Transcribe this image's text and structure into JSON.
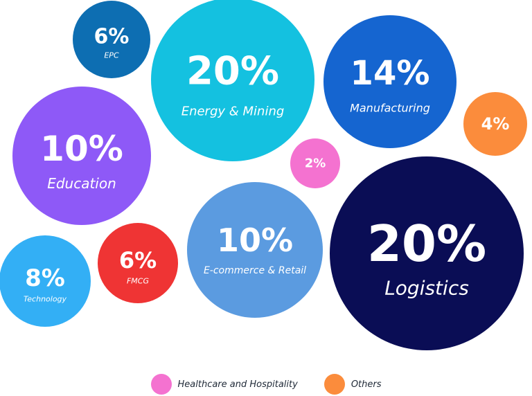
{
  "chart_data": {
    "type": "bubble",
    "series": [
      {
        "value_label": "6%",
        "value": 6,
        "label": "EPC",
        "color": "#0D6EB2"
      },
      {
        "value_label": "20%",
        "value": 20,
        "label": "Energy & Mining",
        "color": "#14C1E0"
      },
      {
        "value_label": "14%",
        "value": 14,
        "label": "Manufacturing",
        "color": "#1565D0"
      },
      {
        "value_label": "4%",
        "value": 4,
        "label": "",
        "color": "#FB8C3C"
      },
      {
        "value_label": "10%",
        "value": 10,
        "label": "Education",
        "color": "#8E59F7"
      },
      {
        "value_label": "2%",
        "value": 2,
        "label": "",
        "color": "#F472D0"
      },
      {
        "value_label": "10%",
        "value": 10,
        "label": "E-commerce & Retail",
        "color": "#5B9BE0"
      },
      {
        "value_label": "20%",
        "value": 20,
        "label": "Logistics",
        "color": "#0A0D55"
      },
      {
        "value_label": "8%",
        "value": 8,
        "label": "Technology",
        "color": "#33AFF5"
      },
      {
        "value_label": "6%",
        "value": 6,
        "label": "FMCG",
        "color": "#EF3434"
      }
    ],
    "legend": [
      {
        "label": "Healthcare and Hospitality",
        "color": "#F472D0"
      },
      {
        "label": "Others",
        "color": "#FB8C3C"
      }
    ],
    "legend_position": "bottom-center"
  }
}
